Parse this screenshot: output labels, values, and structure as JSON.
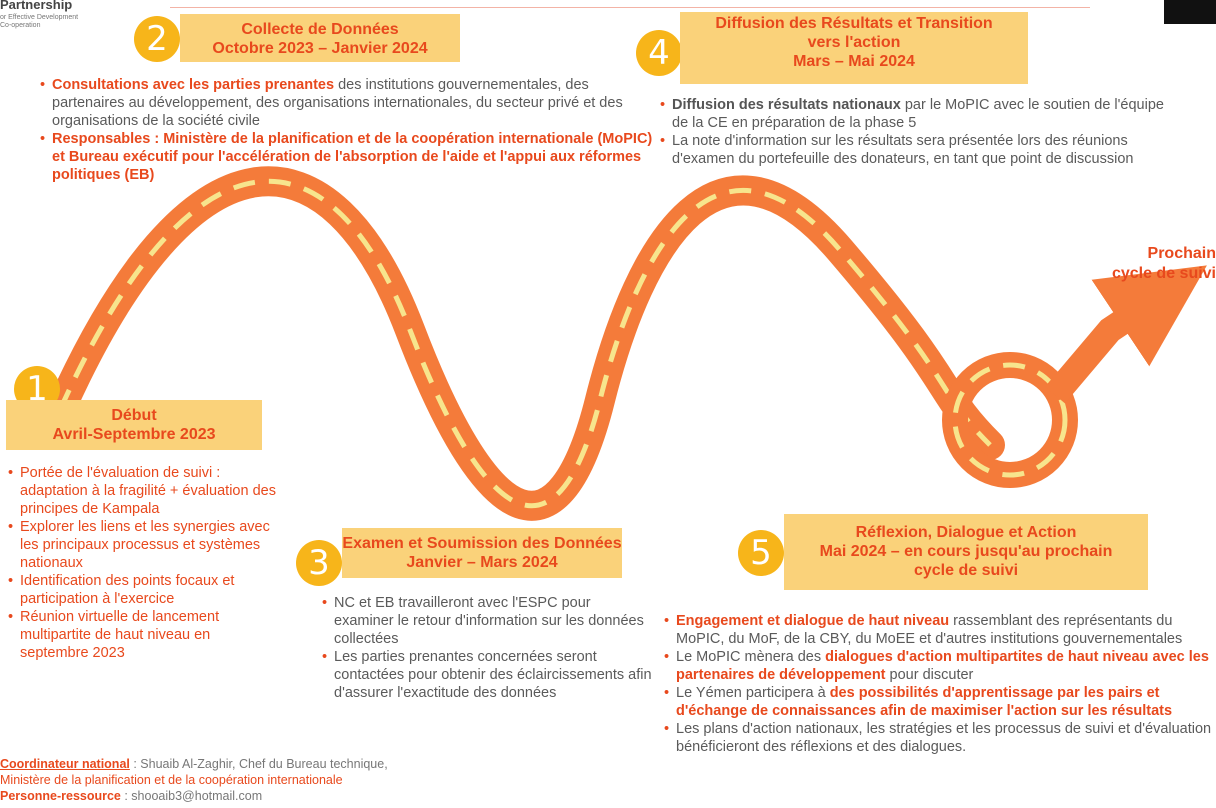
{
  "logo": {
    "title": "Partnership",
    "line1": "or Effective Development",
    "line2": "Co-operation"
  },
  "colors": {
    "accent": "#e8491d",
    "label_bg": "#fad27a",
    "circle": "#f7b51a",
    "road": "#f47b3a",
    "dash": "#f7e58d"
  },
  "stages": [
    {
      "number": "1",
      "title": "Début",
      "period": "Avril-Septembre 2023",
      "bullets": [
        "Portée de l'évaluation de suivi : adaptation à la fragilité + évaluation des principes de Kampala",
        "Explorer les liens  et les synergies avec les principaux processus  et systèmes nationaux",
        "Identification des points focaux et participation à l'exercice",
        "Réunion virtuelle de lancement multipartite de haut niveau en septembre  2023"
      ]
    },
    {
      "number": "2",
      "title": "Collecte de Données",
      "period": "Octobre 2023 – Janvier 2024",
      "b1_bold": "Consultations avec les parties prenantes",
      "b1_text": "  des institutions gouvernementales, des partenaires au développement, des organisations internationales, du secteur privé et des organisations  de la société civile",
      "b2_bold": "Responsables  : Ministère de la planification et de la coopération internationale (MoPIC) et Bureau exécutif pour l'accélération de l'absorption de l'aide et l'appui aux réformes politiques (EB)"
    },
    {
      "number": "3",
      "title": "Examen et Soumission des Données",
      "period": "Janvier – Mars 2024",
      "bullets": [
        "NC et EB travailleront avec l'ESPC pour examiner  le retour d'information  sur les données collectées",
        "Les parties prenantes  concernées seront contactées  pour obtenir des éclaircissements   afin d'assurer l'exactitude des données"
      ]
    },
    {
      "number": "4",
      "title": "Diffusion des Résultats et Transition",
      "title2": "vers l'action",
      "period": "Mars – Mai 2024",
      "b1_bold": "Diffusion des résultats nationaux",
      "b1_text": " par le MoPIC avec le soutien de l'équipe de la CE en préparation  de la phase 5",
      "b2_text": "La note d'information sur les résultats sera  présentée  lors des réunions d'examen du portefeuille des donateurs,  en tant que point de discussion"
    },
    {
      "number": "5",
      "title": "Réflexion, Dialogue et Action",
      "period": "Mai 2024 – en cours jusqu'au prochain",
      "period2": "cycle de suivi",
      "b1_bold": "Engagement et dialogue de haut niveau",
      "b1_text": " rassemblant  des représentants   du MoPIC, du MoF, de la CBY, du MoEE et d'autres institutions gouvernementales",
      "b2_pre": "Le MoPIC mènera des ",
      "b2_bold": "dialogues d'action multipartites de haut niveau avec les partenaires de développement",
      "b2_post": " pour discuter",
      "b3_pre": "Le Yémen participera  à ",
      "b3_bold": "des possibilités d'apprentissage par les pairs et d'échange de connaissances  afin de maximiser l'action sur les résultats",
      "b4_text": "Les plans d'action nationaux, les stratégies et les processus  de suivi et d'évaluation  bénéficieront  des réflexions et des dialogues."
    }
  ],
  "next_cycle": {
    "line1": "Prochain",
    "line2": "cycle de suivi"
  },
  "contact": {
    "coord_label": "Coordinateur national",
    "coord_value": " : Shuaib Al-Zaghir, Chef du Bureau technique,",
    "coord_line2": "Ministère de la planification et de la coopération internationale",
    "person_label": "Personne-ressource",
    "person_value": " : shooaib3@hotmail.com"
  }
}
